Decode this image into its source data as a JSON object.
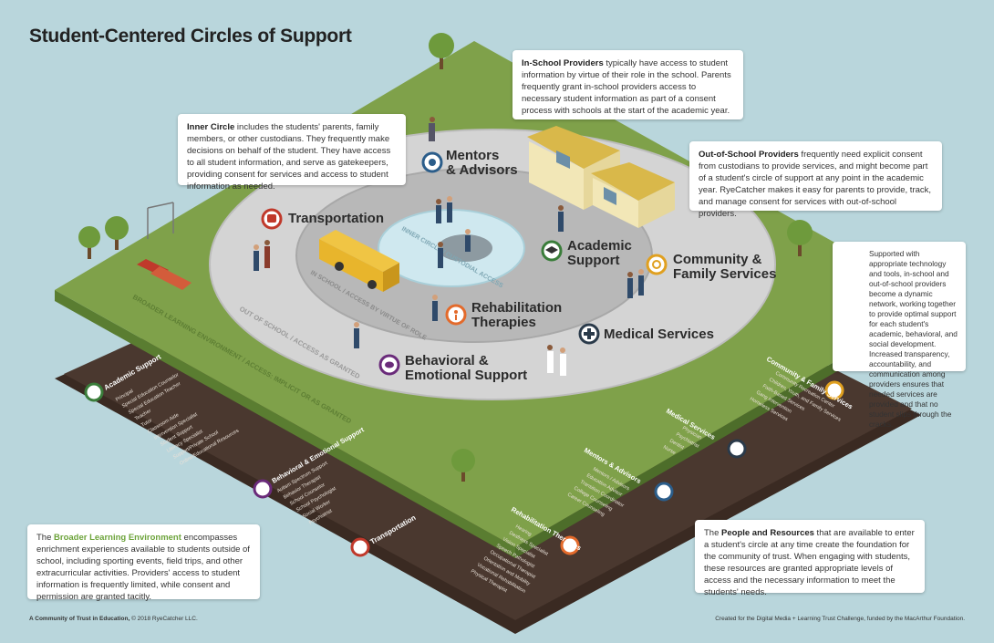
{
  "title": "Student-Centered Circles of Support",
  "callouts": {
    "in_school": {
      "bold": "In-School Providers",
      "text": " typically have access to student information by virtue of their role in the school. Parents frequently grant in-school providers access to necessary student information as part of a consent process with schools at the start of the academic year."
    },
    "inner_circle": {
      "bold": "Inner Circle",
      "text": " includes the students' parents, family members, or other custodians. They frequently make decisions on behalf of the student. They have access to all student information, and serve as gatekeepers, providing consent for services and access to student information as needed."
    },
    "out_school": {
      "bold": "Out-of-School Providers",
      "text": " frequently need explicit consent from custodians to provide services, and might become part of a student's circle of support at any point in the academic year. RyeCatcher makes it easy for parents to provide, track, and manage consent for services with out-of-school providers."
    },
    "network": {
      "text": "Supported with appropriate technology and tools, in-school and out-of-school providers become a dynamic network, working together to provide optimal support for each student's academic, behavioral, and social development. Increased transparency, accountability, and communication among providers ensures that needed services are provided and that no student slips through the cracks."
    },
    "broader": {
      "pre": "The ",
      "highlight": "Broader Learning Environment",
      "text": " encompasses enrichment experiences available to students outside of school, including sporting events, field trips, and other extracurricular activities. Providers' access to student information is frequently limited, while consent and permission are granted tacitly."
    },
    "people": {
      "pre": "The ",
      "bold": "People and Resources",
      "text": " that are available to enter a student's circle at any time create the foundation for the community of trust. When engaging with students, these resources are granted appropriate levels of access and the necessary information to meet the students' needs."
    }
  },
  "services": {
    "mentors": "Mentors\n& Advisors",
    "transportation": "Transportation",
    "academic": "Academic\nSupport",
    "community": "Community &\nFamily Services",
    "rehab": "Rehabilitation\nTherapies",
    "medical": "Medical Services",
    "behavioral": "Behavioral &\nEmotional Support"
  },
  "rings": {
    "inner": "INNER CIRCLE / CUSTODIAL ACCESS",
    "in_school": "IN SCHOOL / ACCESS BY VIRTUE OF ROLE",
    "out_school": "OUT OF SCHOOL / ACCESS AS GRANTED",
    "broader": "BROADER LEARNING ENVIRONMENT / ACCESS: IMPLICIT OR AS GRANTED"
  },
  "base": {
    "academic": {
      "title": "Academic Support",
      "items": [
        "Principal",
        "Special Education Counselor",
        "Special Education Teacher",
        "Teacher",
        "Tutor",
        "Classroom Aide",
        "Intervention Specialist",
        "Student Support",
        "Literacy Specialist",
        "Support/Private School",
        "Online/Educational Resources"
      ]
    },
    "behavioral": {
      "title": "Behavioral & Emotional Support",
      "items": [
        "Autism Spectrum Support",
        "Behavior Therapist",
        "School Counselor",
        "School Psychologist",
        "Social Worker",
        "Psychiatrist"
      ]
    },
    "transportation": {
      "title": "Transportation",
      "items": []
    },
    "rehab": {
      "title": "Rehabilitation Therapies",
      "items": [
        "Hearing",
        "Deafness Specialist",
        "Vision Specialist",
        "Speech Pathologist",
        "Occupational Therapist",
        "Orientation and Mobility",
        "Vocational Rehabilitation",
        "Physical Therapist"
      ]
    },
    "mentors": {
      "title": "Mentors & Advisors",
      "items": [
        "Mentors / Advisors",
        "Education Advisor",
        "Transition Coordinator",
        "College Counseling",
        "Career Counseling"
      ]
    },
    "medical": {
      "title": "Medical Services",
      "items": [
        "Physician",
        "Psychiatrist",
        "Dentist",
        "Nurse"
      ]
    },
    "community": {
      "title": "Community & Family Services",
      "items": [
        "Community Recreation Center",
        "Children, Youth, and Family Services",
        "Faith-Based Services",
        "Gang Intervention",
        "Homeless Services"
      ]
    }
  },
  "footer": {
    "left_bold": "A Community of Trust in Education,",
    "left": " © 2018 RyeCatcher LLC.",
    "right": "Created for the Digital Media + Learning Trust Challenge, funded by the MacArthur Foundation."
  }
}
